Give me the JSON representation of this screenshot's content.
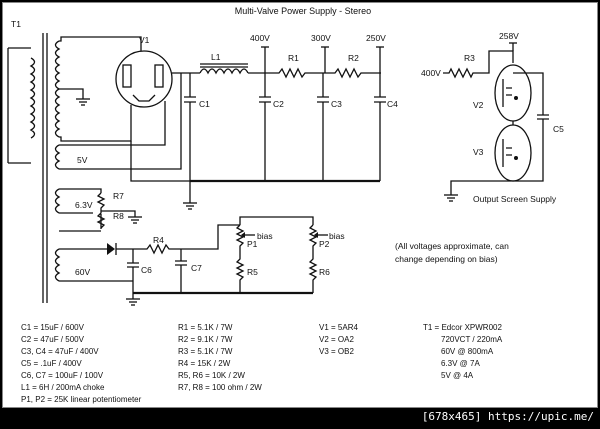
{
  "title": "Multi-Valve Power Supply - Stereo",
  "labels": {
    "t1": "T1",
    "v1": "V1",
    "l1": "L1",
    "v400": "400V",
    "v300": "300V",
    "v250": "250V",
    "v258": "258V",
    "r1": "R1",
    "r2": "R2",
    "r3": "R3",
    "r3_in": "400V",
    "c1": "C1",
    "c2": "C2",
    "c3": "C3",
    "c4": "C4",
    "c5": "C5",
    "v2": "V2",
    "v3": "V3",
    "five_v": "5V",
    "six_v": "6.3V",
    "sixty_v": "60V",
    "r7": "R7",
    "r8": "R8",
    "r4": "R4",
    "c6": "C6",
    "c7": "C7",
    "p1": "P1",
    "p2": "P2",
    "bias1": "bias",
    "bias2": "bias",
    "r5": "R5",
    "r6": "R6",
    "output_screen": "Output Screen Supply",
    "note_line1": "(All voltages approximate, can",
    "note_line2": "change depending on bias)"
  },
  "parts": {
    "col1": [
      "C1 = 15uF / 600V",
      "C2 = 47uF / 500V",
      "C3, C4 = 47uF / 400V",
      "C5 = .1uF / 400V",
      "C6, C7 = 100uF / 100V",
      "L1 = 6H / 200mA choke",
      "P1, P2 = 25K linear potentiometer"
    ],
    "col2": [
      "R1 = 5.1K / 7W",
      "R2 = 9.1K / 7W",
      "R3 = 5.1K / 7W",
      "R4 = 15K / 2W",
      "R5, R6 = 10K / 2W",
      "R7, R8 = 100 ohm / 2W"
    ],
    "col3": [
      "V1 = 5AR4",
      "V2 = OA2",
      "V3 = OB2"
    ],
    "col4": [
      "T1 = Edcor XPWR002",
      "720VCT / 220mA",
      "60V @ 800mA",
      "6.3V @ 7A",
      "5V @ 4A"
    ]
  },
  "watermark": "[678x465] https://upic.me/"
}
